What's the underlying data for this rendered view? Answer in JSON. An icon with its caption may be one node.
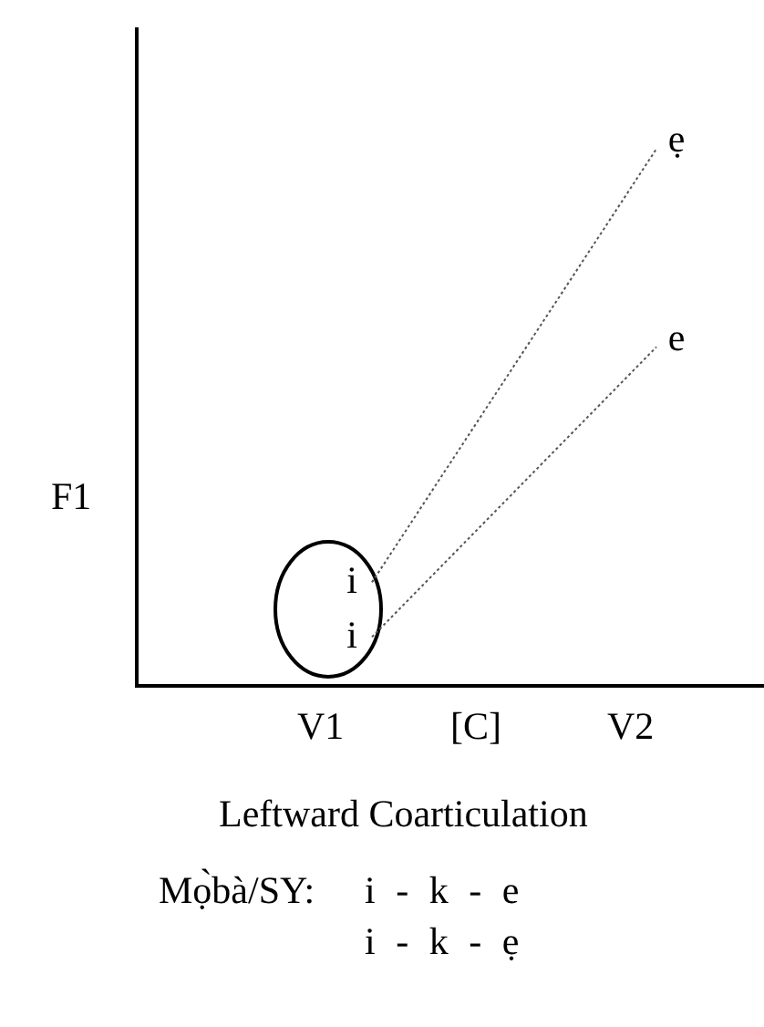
{
  "diagram": {
    "nodes": [
      {
        "text": [
          "ẹ"
        ]
      },
      {
        "text": [
          "e"
        ]
      },
      {
        "text": [],
        "shape": "circle"
      },
      {
        "text": [
          "i"
        ],
        "in": 2
      },
      {
        "text": [
          "i"
        ],
        "in": 2
      }
    ],
    "edges": [
      {
        "from": 3,
        "to": 0,
        "arrow": "none",
        "style": "dashed"
      },
      {
        "from": 4,
        "to": 1,
        "arrow": "none",
        "style": "dashed"
      }
    ],
    "labels": [
      "F1",
      "V1",
      "[C]",
      "V2",
      "Leftward Coarticulation",
      "Mọ̀bà/SY:",
      "i - k - e",
      "i - k - ẹ"
    ]
  }
}
